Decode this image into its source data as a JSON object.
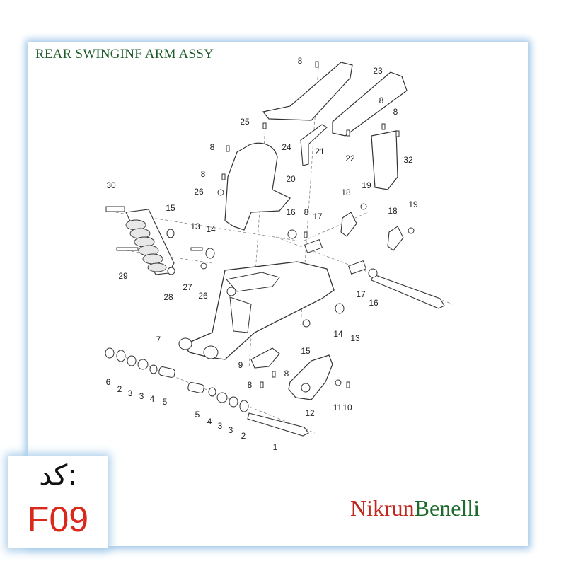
{
  "title": "REAR SWINGINF ARM ASSY",
  "code_label": "کد:",
  "code_value": "F09",
  "brand": {
    "part1": "Nikrun",
    "part2": "Benelli"
  },
  "part_labels": [
    "8",
    "23",
    "25",
    "8",
    "8",
    "24",
    "21",
    "22",
    "32",
    "8",
    "8",
    "20",
    "30",
    "26",
    "18",
    "19",
    "18",
    "19",
    "15",
    "16",
    "8",
    "17",
    "13",
    "14",
    "29",
    "28",
    "27",
    "26",
    "17",
    "16",
    "7",
    "15",
    "14",
    "13",
    "9",
    "8",
    "8",
    "6",
    "2",
    "3",
    "3",
    "4",
    "5",
    "5",
    "4",
    "3",
    "3",
    "2",
    "12",
    "11",
    "10",
    "1"
  ]
}
